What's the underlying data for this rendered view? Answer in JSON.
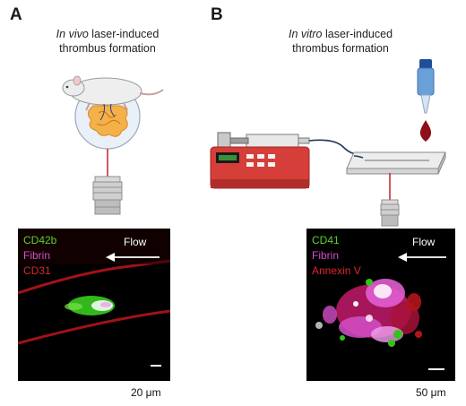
{
  "panel_a": {
    "letter": "A",
    "caption_italic": "In vivo",
    "caption_rest": " laser-induced",
    "caption_line2": "thrombus formation",
    "stains": [
      {
        "label": "CD42b",
        "color": "#5fd12a"
      },
      {
        "label": "Fibrin",
        "color": "#d44fc9"
      },
      {
        "label": "CD31",
        "color": "#e0262a"
      }
    ],
    "flow_label": "Flow",
    "scale_label": "20 μm"
  },
  "panel_b": {
    "letter": "B",
    "caption_italic": "In vitro",
    "caption_rest": " laser-induced",
    "caption_line2": "thrombus formation",
    "stains": [
      {
        "label": "CD41",
        "color": "#5fd12a"
      },
      {
        "label": "Fibrin",
        "color": "#d44fc9"
      },
      {
        "label": "Annexin V",
        "color": "#e0262a"
      }
    ],
    "flow_label": "Flow",
    "scale_label": "50 μm"
  }
}
